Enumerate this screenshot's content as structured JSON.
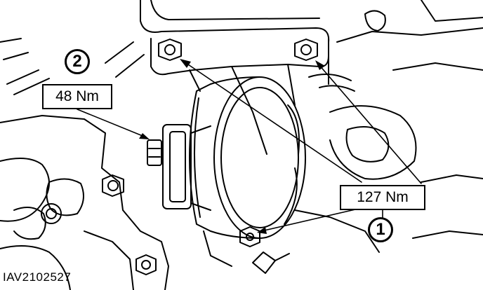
{
  "figure": {
    "id": "IAV2102527"
  },
  "callouts": [
    {
      "number": "2",
      "torque": "48 Nm"
    },
    {
      "number": "1",
      "torque": "127 Nm"
    }
  ]
}
